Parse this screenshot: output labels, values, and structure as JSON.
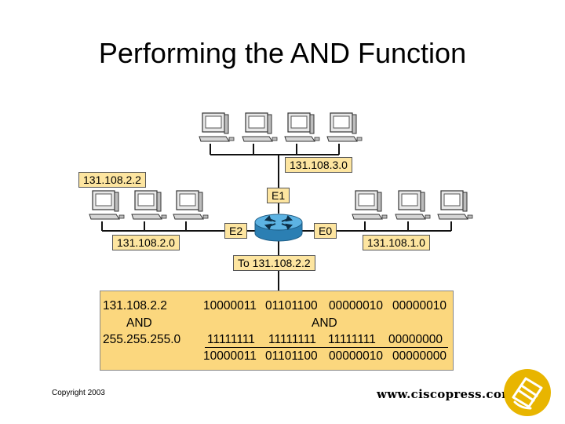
{
  "slide": {
    "title": "Performing the AND Function",
    "copyright": "Copyright 2003",
    "website": "www.ciscopress.com"
  },
  "network": {
    "top_segment_label": "131.108.3.0",
    "left_segment_label": "131.108.2.0",
    "right_segment_label": "131.108.1.0",
    "host_label": "131.108.2.2",
    "destination_label": "To 131.108.2.2",
    "interfaces": {
      "e1": "E1",
      "e2": "E2",
      "e0": "E0"
    }
  },
  "and_table": {
    "ip_address": "131.108.2.2",
    "and_left": "AND",
    "subnet_mask": "255.255.255.0",
    "and_right": "AND",
    "ip_binary": [
      "10000011",
      "01101100",
      "00000010",
      "00000010"
    ],
    "mask_binary": [
      "11111111",
      "11111111",
      "11111111",
      "00000000"
    ],
    "result_binary": [
      "10000011",
      "01101100",
      "00000010",
      "00000000"
    ]
  },
  "colors": {
    "label_fill": "#fde5a0",
    "table_fill": "#fbd77e",
    "router_blue": "#3a9ad0",
    "logo_gold": "#e8b500"
  }
}
